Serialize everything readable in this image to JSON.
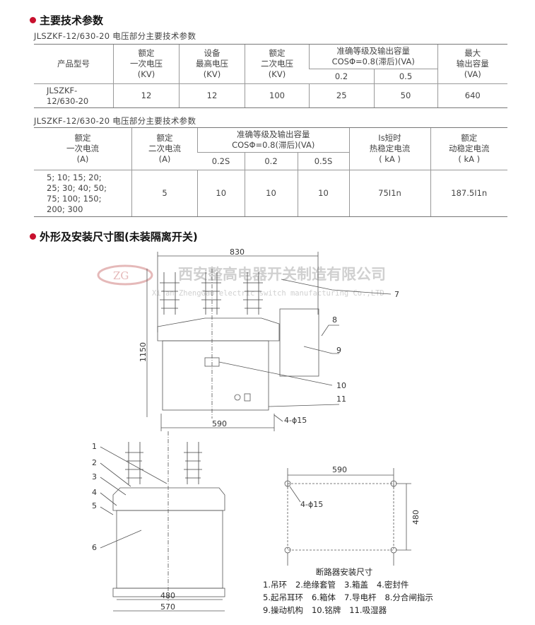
{
  "section1": {
    "title": "主要技术参数"
  },
  "table1": {
    "subtitle": "JLSZKF-12/630-20 电压部分主要技术参数",
    "headers": {
      "model": "产品型号",
      "primary_voltage": [
        "额定",
        "一次电压",
        "(KV)"
      ],
      "max_voltage": [
        "设备",
        "最高电压",
        "(KV)"
      ],
      "secondary_voltage": [
        "额定",
        "二次电压",
        "(KV)"
      ],
      "accuracy": [
        "准确等级及输出容量",
        "COSΦ=0.8(滞后)(VA)"
      ],
      "accuracy_classes": [
        "0.2",
        "0.5"
      ],
      "max_output": [
        "最大",
        "输出容量",
        "(VA)"
      ]
    },
    "row": {
      "model": [
        "JLSZKF-",
        "12/630-20"
      ],
      "primary_voltage": "12",
      "max_voltage": "12",
      "secondary_voltage": "100",
      "class_02": "25",
      "class_05": "50",
      "max_output": "640"
    }
  },
  "table2": {
    "subtitle": "JLSZKF-12/630-20 电压部分主要技术参数",
    "headers": {
      "primary_current": [
        "额定",
        "一次电流",
        "(A)"
      ],
      "secondary_current": [
        "额定",
        "二次电流",
        "(A)"
      ],
      "accuracy": [
        "准确等级及输出容量",
        "COSΦ=0.8(滞后)(VA)"
      ],
      "accuracy_classes": [
        "0.2S",
        "0.2",
        "0.5S"
      ],
      "thermal": [
        "Is短时",
        "热稳定电流",
        "( kA )"
      ],
      "dynamic": [
        "额定",
        "动稳定电流",
        "( kA )"
      ]
    },
    "row": {
      "primary_current": [
        "5; 10; 15; 20;",
        "25; 30; 40; 50;",
        "75; 100; 150;",
        "200; 300"
      ],
      "secondary_current": "5",
      "class_02s": "10",
      "class_02": "10",
      "class_05s": "10",
      "thermal": "75I1n",
      "dynamic": "187.5I1n"
    }
  },
  "section2": {
    "title": "外形及安装尺寸图(未装隔离开关)"
  },
  "watermark": {
    "logo": "ZG",
    "company_cn": "西安整高电器开关制造有限公司",
    "company_en": "Xi'an ZhengGao electric switch manufacturing Co.,LTD"
  },
  "front_view": {
    "width": "830",
    "height": "1150",
    "base": "590",
    "holes": "4-ϕ15",
    "callouts": [
      "7",
      "8",
      "9",
      "10",
      "11"
    ]
  },
  "side_view": {
    "base_inner": "480",
    "base_outer": "570",
    "callouts": [
      "1",
      "2",
      "3",
      "4",
      "5",
      "6"
    ]
  },
  "mount_plan": {
    "width": "590",
    "depth": "480",
    "holes": "4-ϕ15"
  },
  "legend": {
    "caption": "断路器安装尺寸",
    "items": [
      "1.吊环",
      "2.绝缘套管",
      "3.箱盖",
      "4.密封件",
      "5.起吊耳环",
      "6.箱体",
      "7.导电杆",
      "8.分合闸指示",
      "9.操动机构",
      "10.铭牌",
      "11.吸湿器"
    ]
  },
  "colors": {
    "accent": "#c8102e",
    "watermark": "#d9a0a0"
  }
}
